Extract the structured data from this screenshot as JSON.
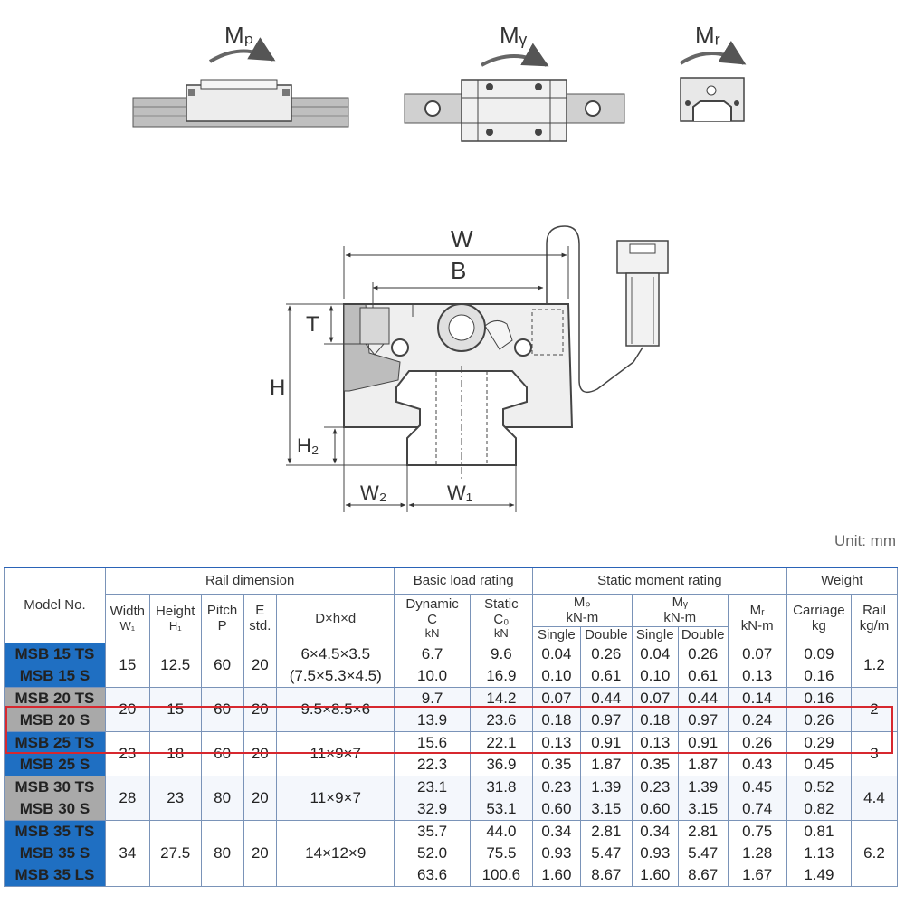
{
  "diagram": {
    "moments": [
      "Mₚ",
      "Mᵧ",
      "Mᵣ"
    ],
    "dims": {
      "w": "W",
      "b": "B",
      "t": "T",
      "h": "H",
      "h2": "H₂",
      "w2": "W₂",
      "w1": "W₁"
    }
  },
  "unit": "Unit: mm",
  "table": {
    "headers": {
      "model": "Model No.",
      "rail_dimension": "Rail dimension",
      "basic_load": "Basic load rating",
      "static_moment": "Static moment rating",
      "weight": "Weight",
      "width": "Width",
      "width_sym": "W₁",
      "height": "Height",
      "height_sym": "H₁",
      "pitch": "Pitch",
      "pitch_sym": "P",
      "e": "E",
      "e_std": "std.",
      "dhd": "D×h×d",
      "dynamic": "Dynamic",
      "dynamic_sym": "C",
      "dynamic_unit": "kN",
      "static": "Static",
      "static_sym": "C₀",
      "static_unit": "kN",
      "mp": "Mₚ",
      "mp_unit": "kN-m",
      "my": "Mᵧ",
      "my_unit": "kN-m",
      "mr": "Mᵣ",
      "mr_unit": "kN-m",
      "single": "Single",
      "double": "Double",
      "carriage": "Carriage",
      "carriage_unit": "kg",
      "rail": "Rail",
      "rail_unit": "kg/m"
    },
    "rows": [
      {
        "models": [
          "MSB 15 TS",
          "MSB 15 S"
        ],
        "w1": "15",
        "h1": "12.5",
        "p": "60",
        "e": "20",
        "dhd": [
          "6×4.5×3.5",
          "(7.5×5.3×4.5)"
        ],
        "c": [
          "6.7",
          "10.0"
        ],
        "c0": [
          "9.6",
          "16.9"
        ],
        "mp_s": [
          "0.04",
          "0.10"
        ],
        "mp_d": [
          "0.26",
          "0.61"
        ],
        "my_s": [
          "0.04",
          "0.10"
        ],
        "my_d": [
          "0.26",
          "0.61"
        ],
        "mr": [
          "0.07",
          "0.13"
        ],
        "carriage": [
          "0.09",
          "0.16"
        ],
        "rail": "1.2"
      },
      {
        "models": [
          "MSB 20 TS",
          "MSB 20 S"
        ],
        "w1": "20",
        "h1": "15",
        "p": "60",
        "e": "20",
        "dhd": [
          "9.5×8.5×6"
        ],
        "c": [
          "9.7",
          "13.9"
        ],
        "c0": [
          "14.2",
          "23.6"
        ],
        "mp_s": [
          "0.07",
          "0.18"
        ],
        "mp_d": [
          "0.44",
          "0.97"
        ],
        "my_s": [
          "0.07",
          "0.18"
        ],
        "my_d": [
          "0.44",
          "0.97"
        ],
        "mr": [
          "0.14",
          "0.24"
        ],
        "carriage": [
          "0.16",
          "0.26"
        ],
        "rail": "2"
      },
      {
        "models": [
          "MSB 25 TS",
          "MSB 25 S"
        ],
        "w1": "23",
        "h1": "18",
        "p": "60",
        "e": "20",
        "dhd": [
          "11×9×7"
        ],
        "c": [
          "15.6",
          "22.3"
        ],
        "c0": [
          "22.1",
          "36.9"
        ],
        "mp_s": [
          "0.13",
          "0.35"
        ],
        "mp_d": [
          "0.91",
          "1.87"
        ],
        "my_s": [
          "0.13",
          "0.35"
        ],
        "my_d": [
          "0.91",
          "1.87"
        ],
        "mr": [
          "0.26",
          "0.43"
        ],
        "carriage": [
          "0.29",
          "0.45"
        ],
        "rail": "3"
      },
      {
        "models": [
          "MSB 30 TS",
          "MSB 30 S"
        ],
        "w1": "28",
        "h1": "23",
        "p": "80",
        "e": "20",
        "dhd": [
          "11×9×7"
        ],
        "c": [
          "23.1",
          "32.9"
        ],
        "c0": [
          "31.8",
          "53.1"
        ],
        "mp_s": [
          "0.23",
          "0.60"
        ],
        "mp_d": [
          "1.39",
          "3.15"
        ],
        "my_s": [
          "0.23",
          "0.60"
        ],
        "my_d": [
          "1.39",
          "3.15"
        ],
        "mr": [
          "0.45",
          "0.74"
        ],
        "carriage": [
          "0.52",
          "0.82"
        ],
        "rail": "4.4"
      },
      {
        "models": [
          "MSB 35 TS",
          "MSB 35 S",
          "MSB 35 LS"
        ],
        "w1": "34",
        "h1": "27.5",
        "p": "80",
        "e": "20",
        "dhd": [
          "14×12×9"
        ],
        "c": [
          "35.7",
          "52.0",
          "63.6"
        ],
        "c0": [
          "44.0",
          "75.5",
          "100.6"
        ],
        "mp_s": [
          "0.34",
          "0.93",
          "1.60"
        ],
        "mp_d": [
          "2.81",
          "5.47",
          "8.67"
        ],
        "my_s": [
          "0.34",
          "0.93",
          "1.60"
        ],
        "my_d": [
          "2.81",
          "5.47",
          "8.67"
        ],
        "mr": [
          "0.75",
          "1.28",
          "1.67"
        ],
        "carriage": [
          "0.81",
          "1.13",
          "1.49"
        ],
        "rail": "6.2"
      }
    ]
  }
}
